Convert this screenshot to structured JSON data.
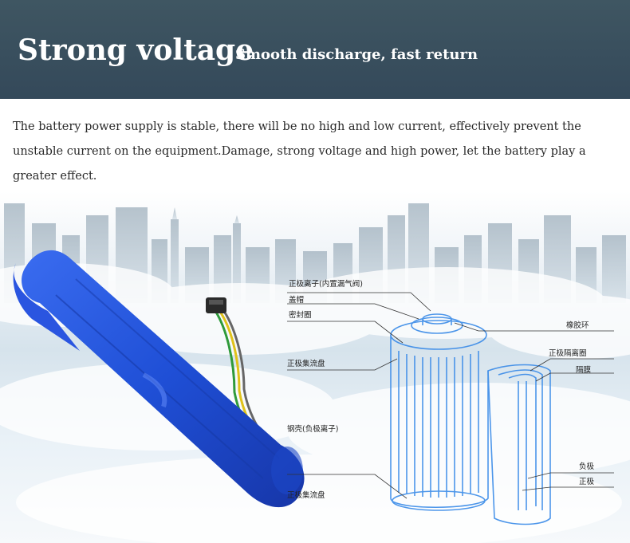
{
  "banner": {
    "title": "Strong voltage",
    "subtitle": "Smooth discharge, fast return",
    "background_color": "#3b505d"
  },
  "description": "The battery power supply is stable, there will be no high and low current, effectively prevent the unstable current on the equipment.Damage, strong voltage and high power, let the battery play a greater effect.",
  "diagram": {
    "labels": {
      "positive_ion": "正极离子(内置漏气阀)",
      "cap": "盖帽",
      "seal": "密封圈",
      "positive_collector_top": "正极集流盘",
      "steel_shell": "钢壳(负极离子)",
      "positive_collector_bottom": "正极集流盘",
      "rubber_ring": "橡胶环",
      "positive_separator_ring": "正极隔离圈",
      "separator": "隔膜",
      "negative": "负极",
      "positive": "正极"
    }
  },
  "colors": {
    "battery_blue": "#1f4fd6",
    "diagram_blue": "#3a8be8"
  }
}
